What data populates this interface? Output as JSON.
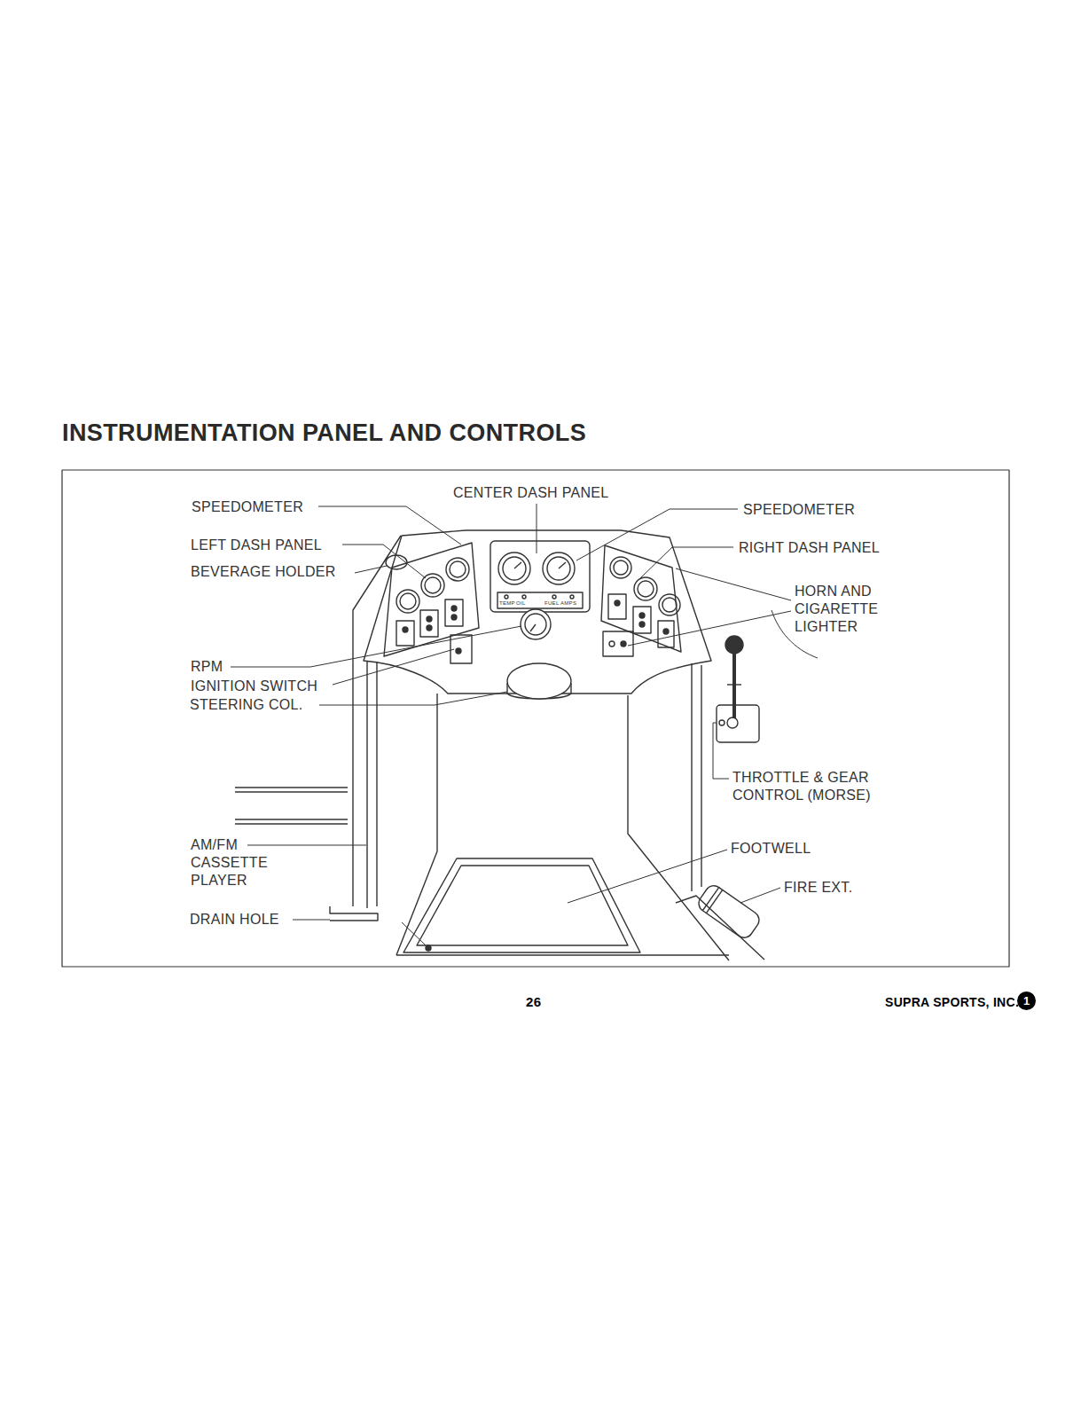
{
  "diagram": {
    "title": "INSTRUMENTATION PANEL AND CONTROLS",
    "nodes": [
      {
        "text": [
          "1"
        ]
      }
    ],
    "labels": [
      "SPEEDOMETER",
      "CENTER DASH PANEL",
      "SPEEDOMETER",
      "LEFT DASH PANEL",
      "BEVERAGE HOLDER",
      "RIGHT DASH PANEL",
      "HORN AND CIGARETTE LIGHTER",
      "RPM",
      "IGNITION SWITCH",
      "STEERING COL.",
      "THROTTLE & GEAR CONTROL (MORSE)",
      "AM/FM CASSETTE PLAYER",
      "FOOTWELL",
      "FIRE EXT.",
      "DRAIN HOLE",
      "TEMP",
      "OIL",
      "FUEL",
      "AMPS",
      "26",
      "SUPRA SPORTS, INC."
    ]
  }
}
